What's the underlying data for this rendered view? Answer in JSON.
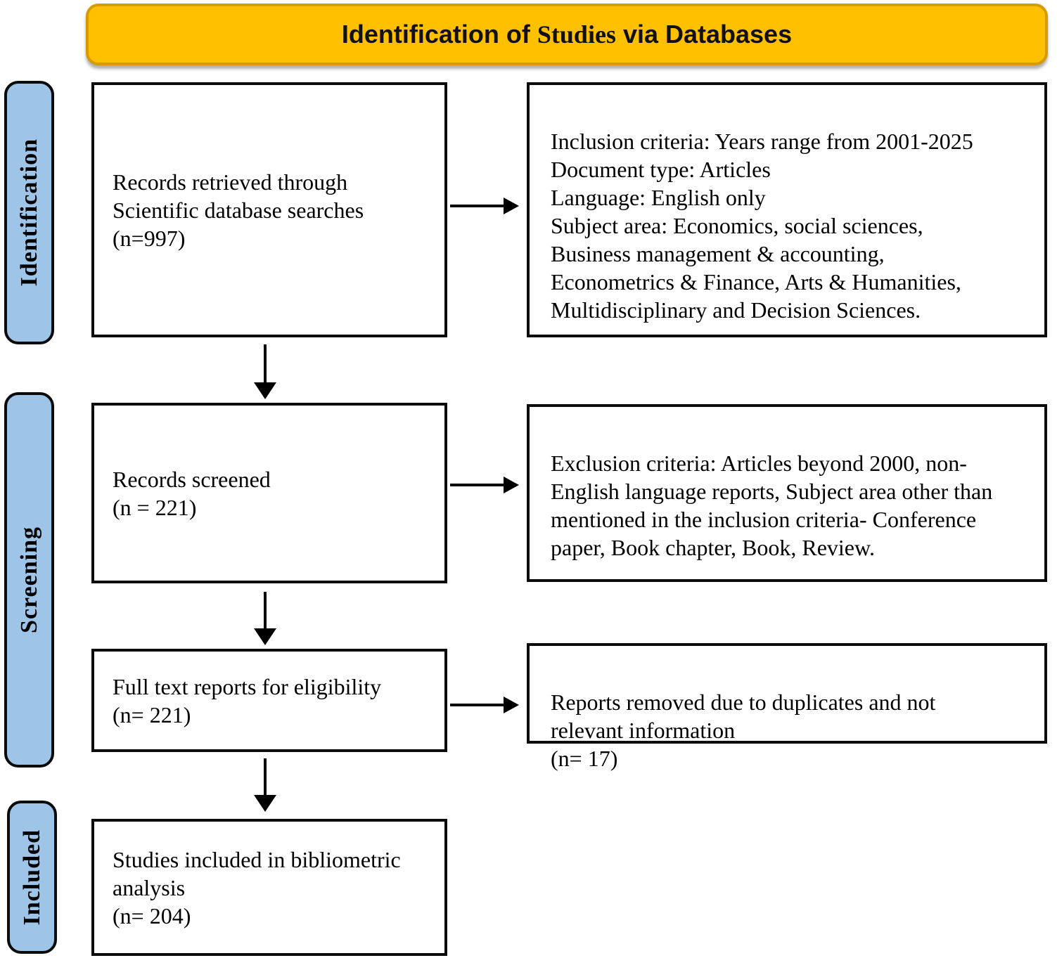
{
  "title": {
    "part1": "Identification of ",
    "part2": "Studies",
    "part3": " via Databases"
  },
  "colors": {
    "banner_fill": "#FFC000",
    "banner_border": "#D79B00",
    "stage_fill": "#9EC4E8",
    "box_border": "#000000",
    "background": "#FFFFFF"
  },
  "stages": [
    {
      "label": "Identification"
    },
    {
      "label": "Screening"
    },
    {
      "label": "Included"
    }
  ],
  "flow": {
    "records_retrieved": "Records retrieved through\nScientific database searches\n (n=997)",
    "inclusion_criteria": "Inclusion criteria: Years range from 2001-2025\nDocument type: Articles\nLanguage: English only\nSubject area: Economics, social sciences,\nBusiness management & accounting,\nEconometrics & Finance, Arts & Humanities,\nMultidisciplinary and Decision Sciences.",
    "records_screened": "Records screened\n(n = 221)",
    "exclusion_criteria": "Exclusion criteria: Articles beyond 2000, non-\nEnglish language reports, Subject area other than\nmentioned in the inclusion criteria- Conference\npaper, Book chapter, Book, Review.",
    "full_text_reports": "Full text reports for eligibility\n(n= 221)",
    "reports_removed": "Reports removed due to duplicates and not\nrelevant information\n(n= 17)",
    "studies_included": "Studies included in bibliometric\nanalysis\n(n= 204)"
  }
}
